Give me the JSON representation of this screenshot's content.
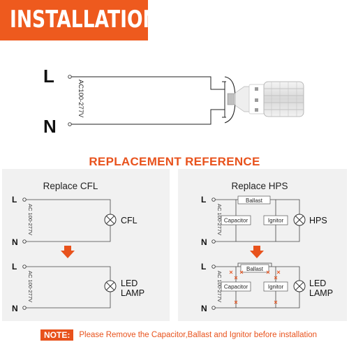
{
  "header": {
    "title": "INSTALLATION"
  },
  "main_diagram": {
    "line_label": "L",
    "neutral_label": "N",
    "voltage": "AC100-277V"
  },
  "reference": {
    "title": "REPLACEMENT REFERENCE",
    "cfl": {
      "title": "Replace CFL",
      "l": "L",
      "n": "N",
      "voltage": "AC 100-277V",
      "lamp_label": "CFL",
      "after_lamp_line1": "LED",
      "after_lamp_line2": "LAMP"
    },
    "hps": {
      "title": "Replace HPS",
      "l": "L",
      "n": "N",
      "voltage": "AC 100-277V",
      "ballast": "Ballast",
      "capacitor": "Capacitor",
      "ignitor": "Ignitor",
      "lamp_label": "HPS",
      "after_lamp_line1": "LED",
      "after_lamp_line2": "LAMP"
    }
  },
  "note": {
    "label": "NOTE:",
    "text": "Please Remove the Capacitor,Ballast and Ignitor before installation"
  },
  "colors": {
    "accent": "#ee5a1e",
    "panel_bg": "#f1f1f1",
    "wire": "#222222"
  }
}
